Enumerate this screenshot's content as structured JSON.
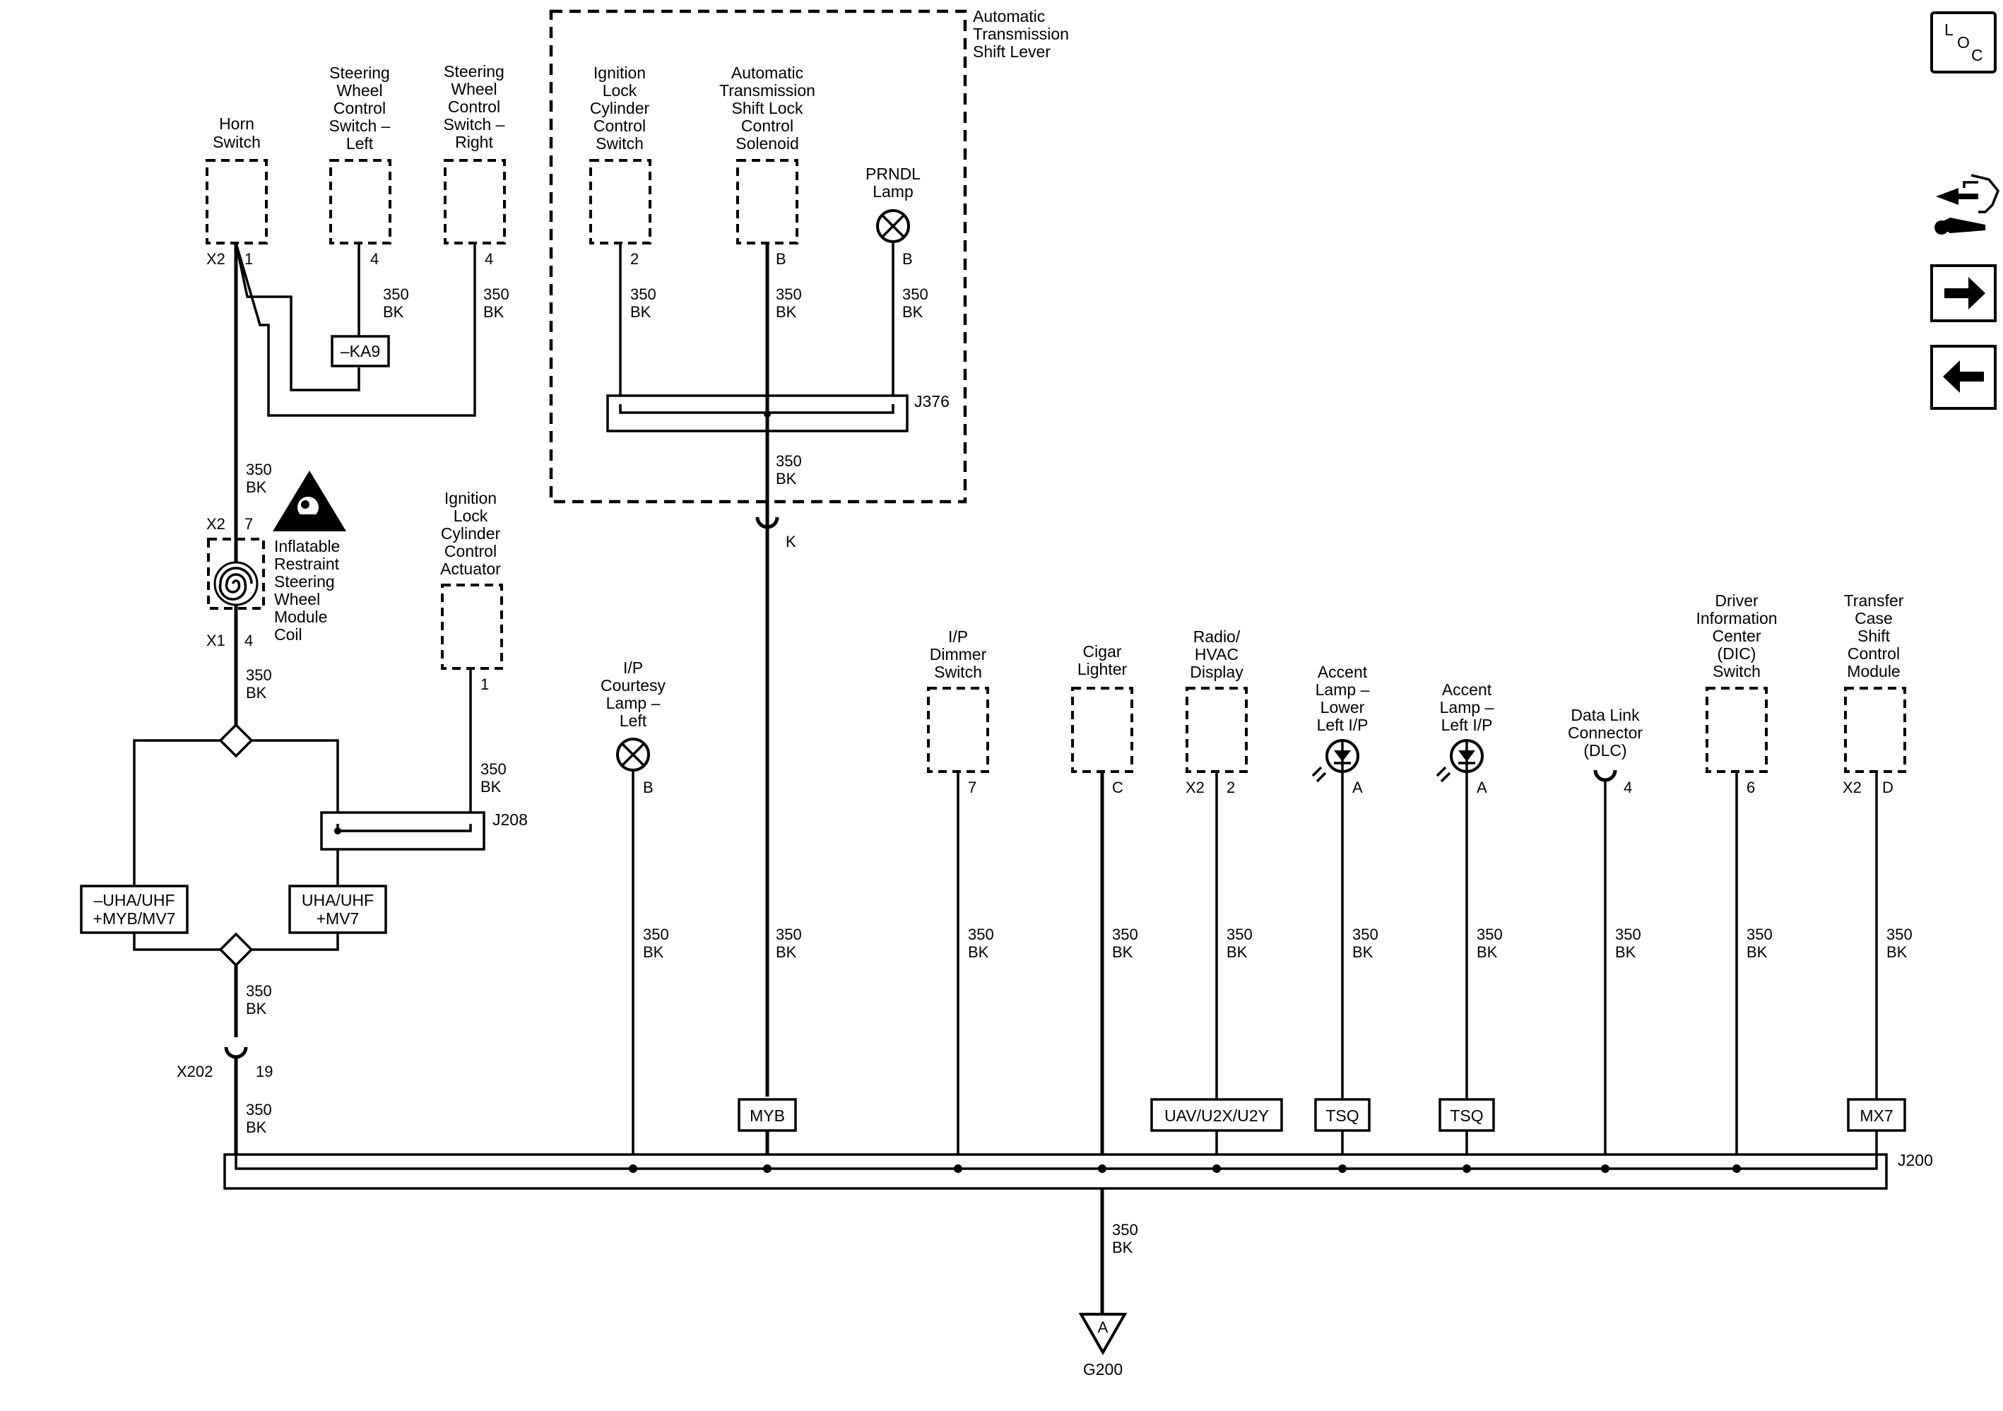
{
  "nav": {
    "loc_l": "L",
    "loc_o": "O",
    "loc_c": "C",
    "service_icon": "service-wrench-icon",
    "next_icon": "arrow-right-icon",
    "prev_icon": "arrow-left-icon"
  },
  "labels": {
    "horn_switch": [
      "Horn",
      "Switch"
    ],
    "swc_left": [
      "Steering",
      "Wheel",
      "Control",
      "Switch –",
      "Left"
    ],
    "swc_right": [
      "Steering",
      "Wheel",
      "Control",
      "Switch –",
      "Right"
    ],
    "auto_trans_lever": [
      "Automatic",
      "Transmission",
      "Shift Lever"
    ],
    "ignition_switch": [
      "Ignition",
      "Lock",
      "Cylinder",
      "Control",
      "Switch"
    ],
    "shift_lock_solenoid": [
      "Automatic",
      "Transmission",
      "Shift Lock",
      "Control",
      "Solenoid"
    ],
    "prndl_lamp": [
      "PRNDL",
      "Lamp"
    ],
    "airbag_coil": [
      "Inflatable",
      "Restraint",
      "Steering",
      "Wheel",
      "Module",
      "Coil"
    ],
    "ignition_actuator": [
      "Ignition",
      "Lock",
      "Cylinder",
      "Control",
      "Actuator"
    ],
    "courtesy_lamp": [
      "I/P",
      "Courtesy",
      "Lamp –",
      "Left"
    ],
    "dimmer_switch": [
      "I/P",
      "Dimmer",
      "Switch"
    ],
    "cigar_lighter": [
      "Cigar",
      "Lighter"
    ],
    "radio": [
      "Radio/",
      "HVAC",
      "Display"
    ],
    "accent_lower": [
      "Accent",
      "Lamp –",
      "Lower",
      "Left I/P"
    ],
    "accent_left": [
      "Accent",
      "Lamp –",
      "Left I/P"
    ],
    "dlc": [
      "Data Link",
      "Connector",
      "(DLC)"
    ],
    "dic_switch": [
      "Driver",
      "Information",
      "Center",
      "(DIC)",
      "Switch"
    ],
    "transfer_case": [
      "Transfer",
      "Case",
      "Shift",
      "Control",
      "Module"
    ]
  },
  "pins": {
    "horn_x2": "X2",
    "horn_1": "1",
    "swcl_4": "4",
    "swcr_4": "4",
    "ign_2": "2",
    "sol_b": "B",
    "prndl_b": "B",
    "coil_x2": "X2",
    "coil_7": "7",
    "coil_x1": "X1",
    "coil_4": "4",
    "act_1": "1",
    "k": "K",
    "x202": "X202",
    "x202_19": "19",
    "court_b": "B",
    "dim_7": "7",
    "cig_c": "C",
    "radio_x2": "X2",
    "radio_2": "2",
    "acc1_a": "A",
    "acc2_a": "A",
    "dlc_4": "4",
    "dic_6": "6",
    "tc_x2": "X2",
    "tc_d": "D",
    "gnd_a": "A"
  },
  "splices": {
    "j376": "J376",
    "j208": "J208",
    "j200": "J200"
  },
  "options": {
    "ka9": "–KA9",
    "uha_neg_1": "–UHA/UHF",
    "uha_neg_2": "+MYB/MV7",
    "uha_pos_1": "UHA/UHF",
    "uha_pos_2": "+MV7",
    "myb": "MYB",
    "uav": "UAV/U2X/U2Y",
    "tsq1": "TSQ",
    "tsq2": "TSQ",
    "mx7": "MX7"
  },
  "wire": {
    "size": "350",
    "color": "BK"
  },
  "ground": {
    "name": "G200"
  }
}
